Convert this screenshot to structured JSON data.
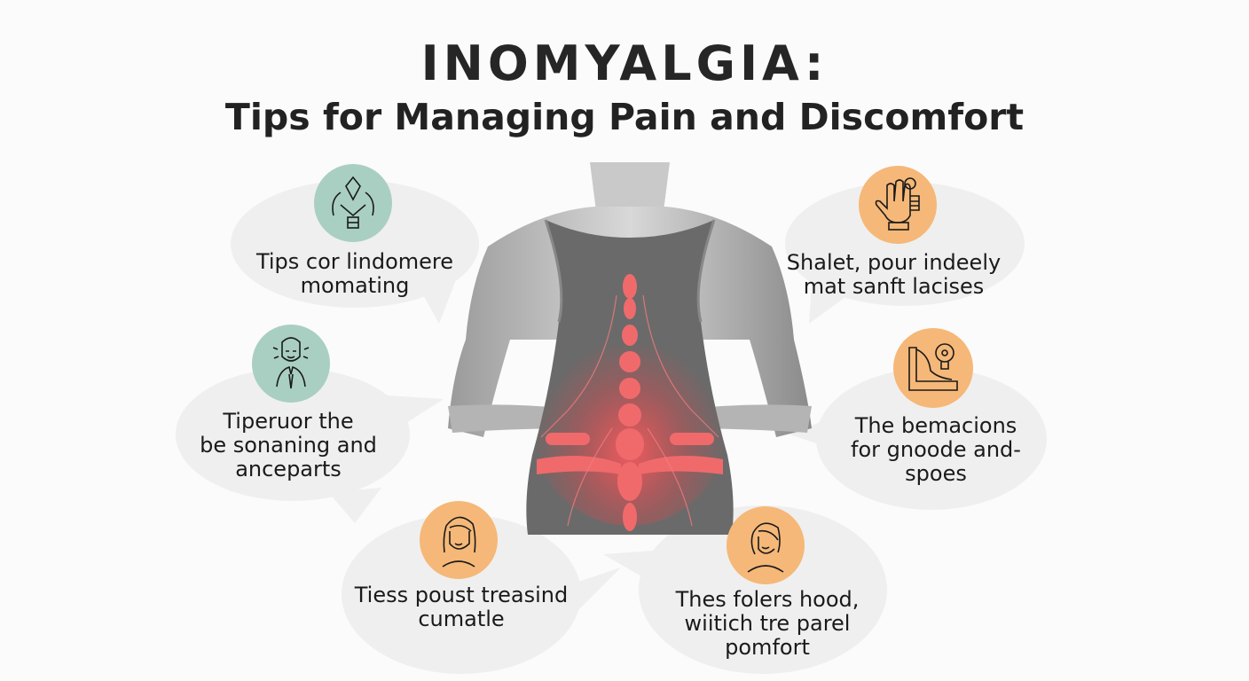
{
  "header": {
    "title": "INOMYALGIA:",
    "subtitle": "Tips for Managing Pain and Discomfort"
  },
  "colors": {
    "background": "#fbfbfb",
    "bubble": "#efefef",
    "green_icon": "#a9cfc2",
    "orange_icon": "#f5b878",
    "pain_red": "#e8454a",
    "body_gray": "#6a6a6a"
  },
  "figure": {
    "description": "back-view-woman-with-highlighted-spine-pain"
  },
  "tips": [
    {
      "icon": "person-stress-icon",
      "text": "Tips cor lindomere\nmomating"
    },
    {
      "icon": "person-relaxing-icon",
      "text": "Tiperuor the\nbe sonaning and\nanceparts"
    },
    {
      "icon": "woman-face-icon",
      "text": "Tiess poust treasind\ncumatle"
    },
    {
      "icon": "hand-massage-icon",
      "text": "Shalet, pour indeely\nmat sanft lacises"
    },
    {
      "icon": "lightbulb-posture-icon",
      "text": "The bemacions\nfor gnoode and-\nspoes"
    },
    {
      "icon": "woman-face-icon",
      "text": "Thes folers hood,\nwiitich tre parel\npomfort"
    }
  ]
}
